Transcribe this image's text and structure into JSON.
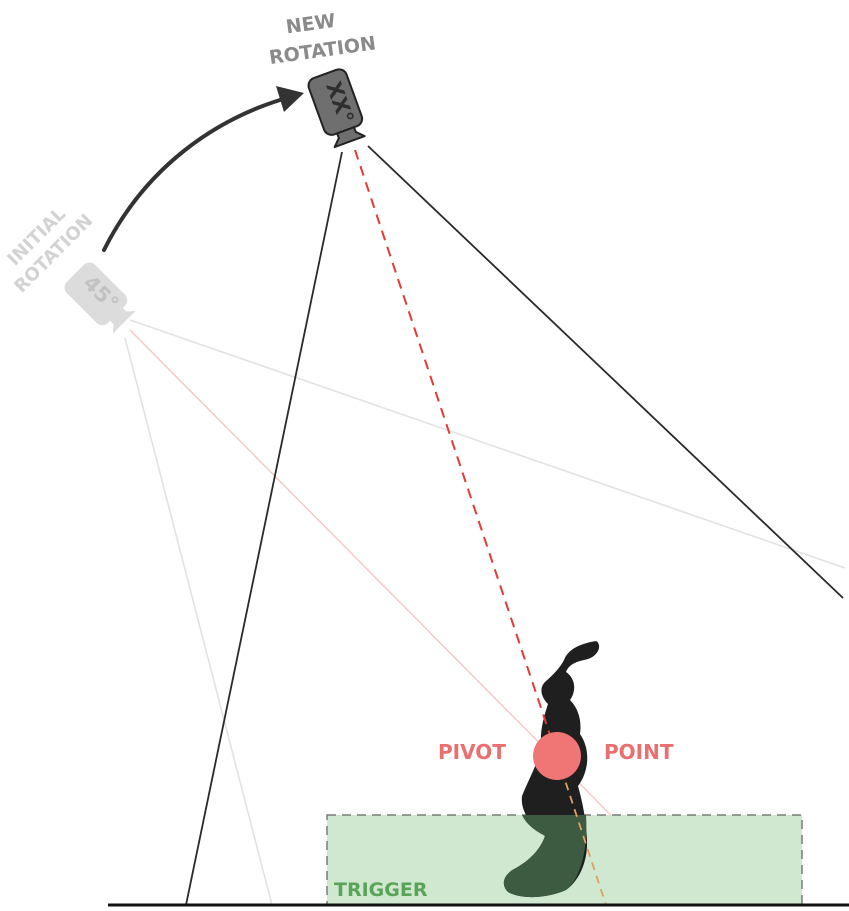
{
  "labels": {
    "new_rotation_line1": "NEW",
    "new_rotation_line2": "ROTATION",
    "initial_rotation_line1": "INITIAL",
    "initial_rotation_line2": "ROTATION",
    "new_camera_angle": "XX°",
    "initial_camera_angle": "45°",
    "pivot_left": "PIVOT",
    "pivot_right": "POINT",
    "trigger": "TRIGGER"
  },
  "colors": {
    "new_camera": "#6f6f6f",
    "initial_camera": "#dcdcdc",
    "new_rotation_text": "#8a8a8a",
    "initial_rotation_text": "#d3d3d3",
    "frustum_new": "#2a2a2a",
    "frustum_initial": "#e2e2e2",
    "aim_new": "#e53935",
    "aim_initial": "#f6c6c6",
    "pivot": "#f07575",
    "pivot_text": "#ea7070",
    "trigger_fill": "#cfe8cf",
    "trigger_border": "#7a7a7a",
    "trigger_text": "#5aa45a",
    "character": "#1f1f1f",
    "ground": "#111111",
    "arrow": "#333333"
  },
  "icons": {
    "new_camera": "camera-icon",
    "initial_camera": "camera-icon"
  }
}
